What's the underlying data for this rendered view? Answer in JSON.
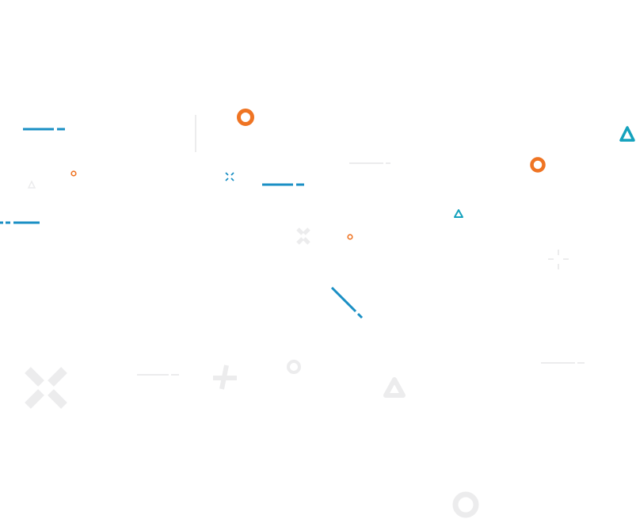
{
  "background": "#ffffff",
  "palette": {
    "blue": "#1a8fc4",
    "teal": "#15a2bd",
    "orange": "#ef7423",
    "faint": "#eceded"
  },
  "shapes": [
    {
      "kind": "dash",
      "color": "blue",
      "emphasis": "strong"
    },
    {
      "kind": "ring",
      "color": "orange",
      "emphasis": "strong"
    },
    {
      "kind": "triangle",
      "color": "teal",
      "emphasis": "strong"
    },
    {
      "kind": "ring",
      "color": "orange",
      "emphasis": "strong"
    },
    {
      "kind": "dash",
      "color": "blue",
      "emphasis": "strong"
    },
    {
      "kind": "cross-x",
      "color": "blue",
      "emphasis": "strong"
    },
    {
      "kind": "ring",
      "color": "orange",
      "emphasis": "strong"
    },
    {
      "kind": "dash",
      "color": "blue",
      "emphasis": "strong"
    },
    {
      "kind": "triangle",
      "color": "teal",
      "emphasis": "strong"
    },
    {
      "kind": "ring",
      "color": "orange",
      "emphasis": "strong"
    },
    {
      "kind": "diagonal-dash",
      "color": "blue",
      "emphasis": "strong"
    },
    {
      "kind": "cross-x",
      "color": "faint",
      "emphasis": "faint"
    },
    {
      "kind": "plus",
      "color": "faint",
      "emphasis": "faint"
    },
    {
      "kind": "ring",
      "color": "faint",
      "emphasis": "faint"
    },
    {
      "kind": "triangle",
      "color": "faint",
      "emphasis": "faint"
    },
    {
      "kind": "dash",
      "color": "faint",
      "emphasis": "faint"
    },
    {
      "kind": "ring",
      "color": "faint",
      "emphasis": "faint"
    }
  ]
}
